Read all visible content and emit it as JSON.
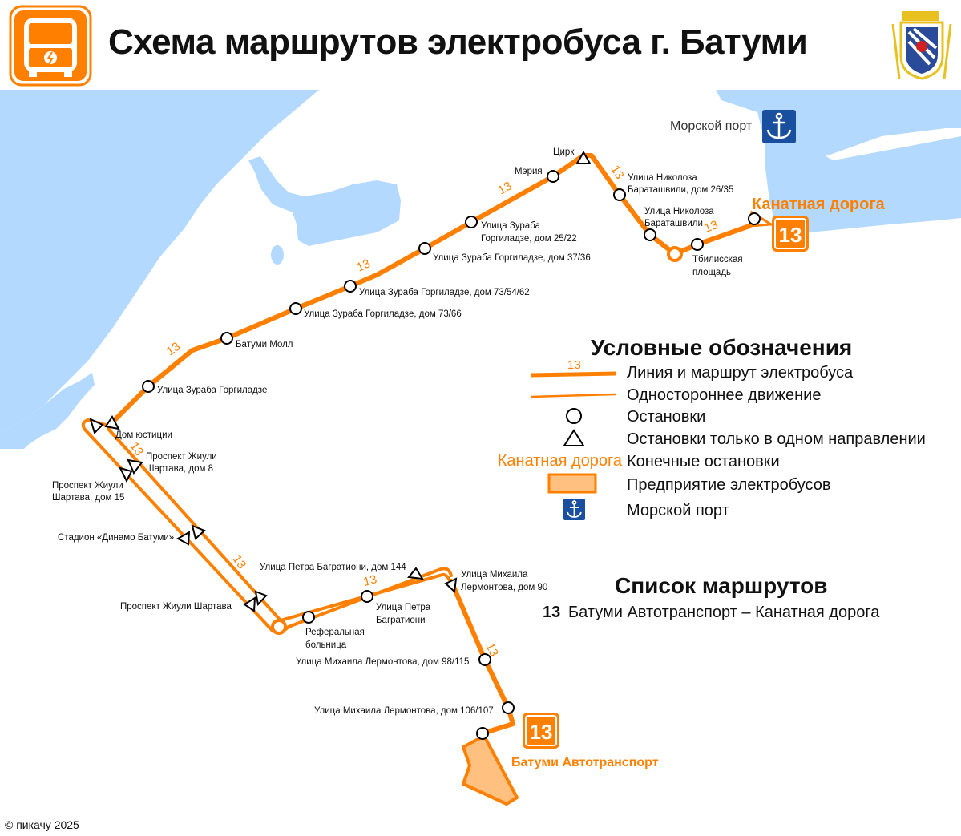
{
  "header": {
    "title": "Схема маршрутов электробуса г. Батуми",
    "logo_icon": "electric-bus-icon",
    "emblem": "batumi-coat-of-arms"
  },
  "colors": {
    "route": "#ff8000",
    "water": "#b3d9ff",
    "depot": "#ffc080",
    "port": "#1a4fa0"
  },
  "route_number": "13",
  "port_label": "Морской порт",
  "terminals": {
    "north": "Канатная дорога",
    "south": "Батуми Автотранспорт"
  },
  "stops": [
    "Цирк",
    "Мэрия",
    "Улица Зураба",
    "Горгиладзе, дом 25/22",
    "Улица Зураба Горгиладзе, дом 37/36",
    "Улица Зураба Горгиладзе, дом 73/54/62",
    "Улица Зураба Горгиладзе, дом 73/66",
    "Батуми Молл",
    "Улица Зураба Горгиладзе",
    "Дом юстиции",
    "Улица Николоза",
    "Бараташвили, дом 26/35",
    "Улица Николоза",
    "Бараташвили",
    "Тбилисская",
    "площадь",
    "Проспект Жиули",
    "Шартава, дом 8",
    "Проспект Жиули",
    "Шартава, дом 15",
    "Стадион «Динамо Батуми»",
    "Проспект Жиули Шартава",
    "Улица Петра Багратиони, дом 144",
    "Улица Петра",
    "Багратиони",
    "Реферальная",
    "больница",
    "Улица Михаила",
    "Лермонтова, дом 90",
    "Улица Михаила Лермонтова, дом 98/115",
    "Улица Михаила Лермонтова, дом 106/107"
  ],
  "legend": {
    "title": "Условные обозначения",
    "items": [
      "Линия и маршрут электробуса",
      "Одностороннее движение",
      "Остановки",
      "Остановки только в одном направлении",
      "Конечные остановки",
      "Предприятие электробусов",
      "Морской порт"
    ],
    "terminal_sample": "Канатная дорога"
  },
  "routes_list": {
    "title": "Список маршрутов",
    "items": [
      {
        "number": "13",
        "name": "Батуми Автотранспорт – Канатная дорога"
      }
    ]
  },
  "copyright": "© пикачу 2025"
}
